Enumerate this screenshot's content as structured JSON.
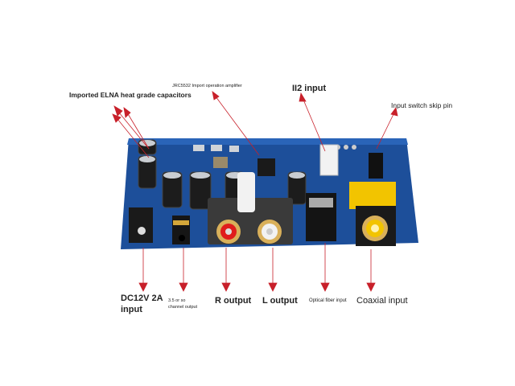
{
  "scene": "Audio DAC decoder board with labeled components",
  "colors": {
    "board": "#1d4f9a",
    "arrow": "#c8202a",
    "text": "#222222",
    "accent_yellow": "#f2c400"
  },
  "labels": {
    "capacitors": "Imported ELNA heat grade capacitors",
    "opamp": "JRC5532 Import operation amplifier",
    "ii2": "II2 input",
    "switch_pin": "Input switch skip pin",
    "dc_line1": "DC12V 2A",
    "dc_line2": "input",
    "jack_line1": "3.5 or so",
    "jack_line2": "channel output",
    "r_out": "R output",
    "l_out": "L output",
    "optical": "Optical fiber input",
    "coaxial": "Coaxial input"
  }
}
